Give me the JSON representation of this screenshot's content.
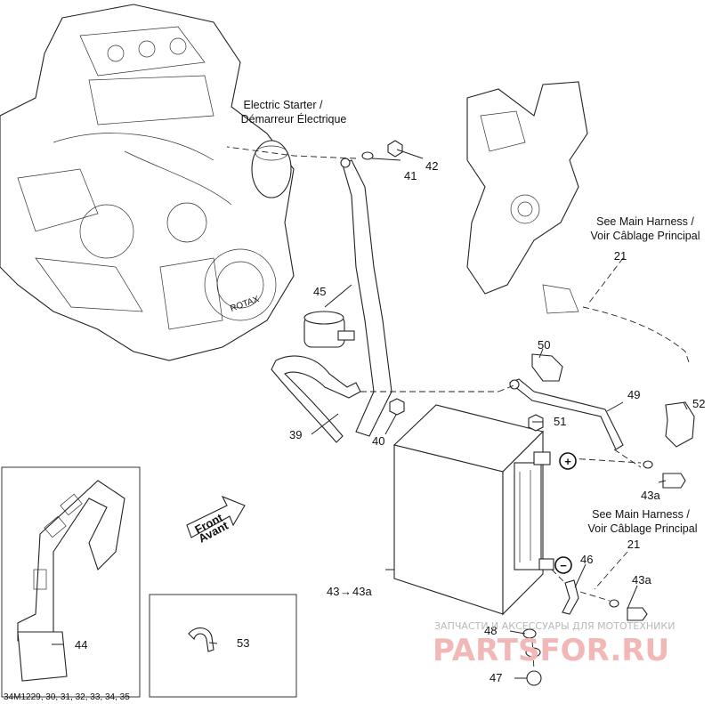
{
  "callouts": {
    "starter_en": "Electric Starter /",
    "starter_fr": "Démarreur Électrique",
    "harness_top_en": "See Main Harness /",
    "harness_top_fr": "Voir Câblage Principal",
    "harness_top_num": "21",
    "harness_bot_en": "See Main Harness /",
    "harness_bot_fr": "Voir Câblage Principal",
    "harness_bot_num": "21",
    "front_en": "Front",
    "front_fr": "Avant"
  },
  "parts": {
    "p39": "39",
    "p40": "40",
    "p41": "41",
    "p42": "42",
    "p43a_top": "43a",
    "p43a_bot": "43a",
    "p43": "43",
    "p43a_main": "43a",
    "p44": "44",
    "p45": "45",
    "p46": "46",
    "p47": "47",
    "p48": "48",
    "p49": "49",
    "p50": "50",
    "p51": "51",
    "p52": "52",
    "p53": "53"
  },
  "symbols": {
    "plus": "+",
    "minus": "−",
    "arrow": "→"
  },
  "footer": {
    "code": "34M1229, 30, 31, 32, 33, 34, 35"
  },
  "watermark": {
    "tagline": "ЗАПЧАСТИ И АКСЕССУАРЫ ДЛЯ МОТОТЕХНИКИ",
    "brand": "PARTSFOR.RU"
  },
  "colors": {
    "ink": "#222222",
    "watermark": "#f2b8b8"
  }
}
